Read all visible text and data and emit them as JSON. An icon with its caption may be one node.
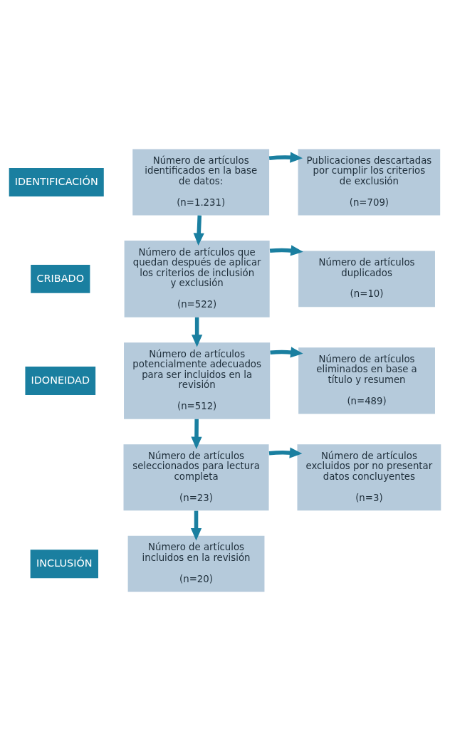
{
  "diagram": {
    "nodes": [
      {
        "text": [
          "IDENTIFICACIÓN"
        ]
      },
      {
        "text": [
          "Número de artículos identificados en la base de datos:",
          "(n=1.231)"
        ]
      },
      {
        "text": [
          "Publicaciones descartadas por cumplir los criterios de exclusión",
          "(n=709)"
        ]
      },
      {
        "text": [
          "CRIBADO"
        ]
      },
      {
        "text": [
          "Número de artículos que quedan después de aplicar los criterios de inclusión y exclusión",
          "(n=522)"
        ]
      },
      {
        "text": [
          "Número de artículos duplicados",
          "(n=10)"
        ]
      },
      {
        "text": [
          "IDONEIDAD"
        ]
      },
      {
        "text": [
          "Número de artículos potencialmente adecuados para ser incluidos en la revisión",
          "(n=512)"
        ]
      },
      {
        "text": [
          "Número de artículos eliminados en base a título y resumen",
          "(n=489)"
        ]
      },
      {
        "text": [
          "Número de artículos seleccionados para lectura completa",
          "(n=23)"
        ]
      },
      {
        "text": [
          "Número de artículos excluidos por no presentar datos concluyentes",
          "(n=3)"
        ]
      },
      {
        "text": [
          "INCLUSIÓN"
        ]
      },
      {
        "text": [
          "Número de artículos incluidos en la revisión",
          "(n=20)"
        ]
      }
    ],
    "edges": [
      {
        "from": 1,
        "to": 2,
        "arrow": "to"
      },
      {
        "from": 1,
        "to": 4,
        "arrow": "to"
      },
      {
        "from": 4,
        "to": 5,
        "arrow": "to"
      },
      {
        "from": 4,
        "to": 7,
        "arrow": "to"
      },
      {
        "from": 7,
        "to": 8,
        "arrow": "to"
      },
      {
        "from": 7,
        "to": 9,
        "arrow": "to"
      },
      {
        "from": 9,
        "to": 10,
        "arrow": "to"
      },
      {
        "from": 9,
        "to": 12,
        "arrow": "to"
      }
    ]
  }
}
